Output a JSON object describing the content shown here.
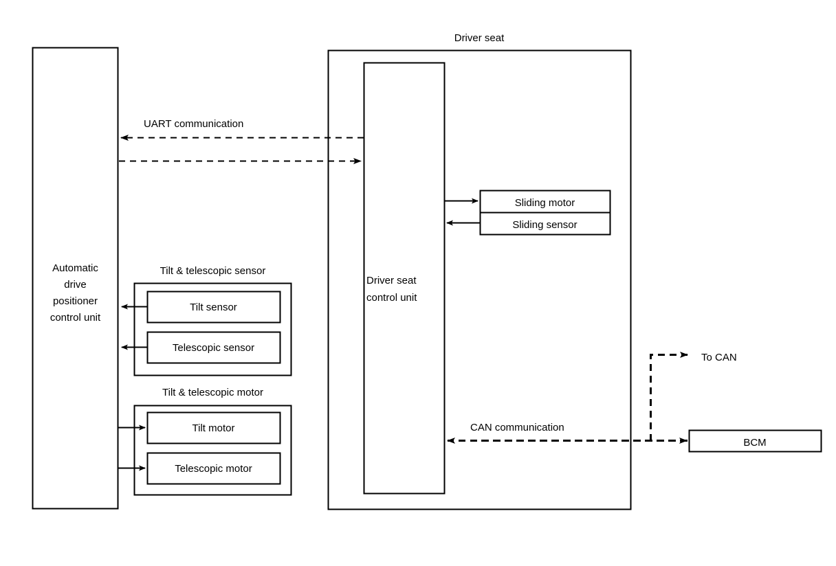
{
  "diagram": {
    "title_driver_seat": "Driver seat",
    "blocks": {
      "automatic_drive_positioner": "Automatic\ndrive\npositioner\ncontrol unit",
      "driver_seat_control_unit": "Driver seat\ncontrol unit",
      "tilt_telescopic_sensor_group": "Tilt & telescopic sensor",
      "tilt_sensor": "Tilt sensor",
      "telescopic_sensor": "Telescopic sensor",
      "tilt_telescopic_motor_group": "Tilt & telescopic motor",
      "tilt_motor": "Tilt motor",
      "telescopic_motor": "Telescopic motor",
      "sliding_motor": "Sliding motor",
      "sliding_sensor": "Sliding sensor",
      "bcm": "BCM"
    },
    "connections": {
      "uart": "UART communication",
      "can": "CAN communication",
      "to_can": "To CAN"
    },
    "colors": {
      "line": "#000000",
      "background": "#ffffff",
      "text": "#000000"
    }
  }
}
